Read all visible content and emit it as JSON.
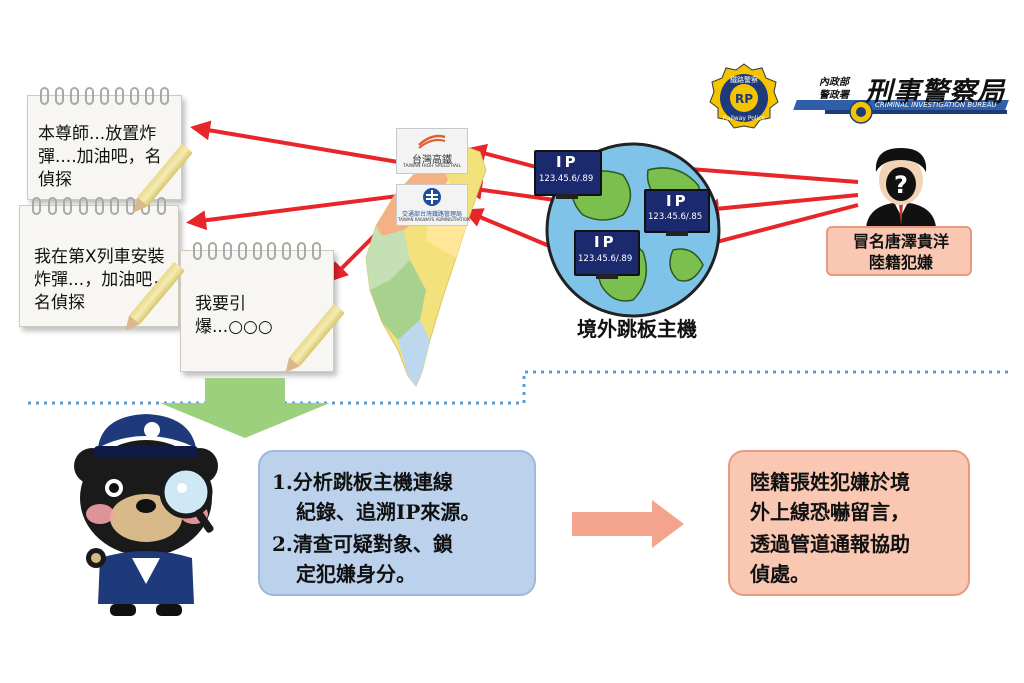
{
  "notes": [
    {
      "text": "本尊師...放置炸彈....加油吧，名偵探"
    },
    {
      "text": "我在第X列車安裝炸彈...，加油吧，名偵探"
    },
    {
      "text": "我要引爆...○○○"
    }
  ],
  "logos": {
    "thsr_cn": "台灣高鐵",
    "thsr_en": "TAIWAN HIGH SPEED RAIL",
    "tra_cn": "交通部台灣鐵路管理局",
    "tra_en": "TAIWAN RAILWAYS ADMINISTRATION",
    "cib_top": "內政部",
    "cib_sub": "警政署",
    "cib_name": "刑事警察局",
    "cib_en": "CRIMINAL INVESTIGATION BUREAU",
    "railway_police": "Railway Police",
    "railway_police_cn": "鐵路警察",
    "rp": "RP"
  },
  "monitors": [
    {
      "label": "IP",
      "ip": "123.45.6/.89"
    },
    {
      "label": "IP",
      "ip": "123.45.6/.85"
    },
    {
      "label": "IP",
      "ip": "123.45.6/.89"
    }
  ],
  "globe_caption": "境外跳板主機",
  "suspect_icon": "?",
  "suspect_label": "冒名唐澤貴洋陸籍犯嫌",
  "steps": {
    "line1a": "1.分析跳板主機連線",
    "line1b": "紀錄、追溯IP來源。",
    "line2a": "2.清查可疑對象、鎖",
    "line2b": "定犯嫌身分。"
  },
  "result": {
    "line1": "陸籍張姓犯嫌於境",
    "line2": "外上線恐嚇留言，",
    "line3": "透過管道通報協助",
    "line4": "偵處。"
  },
  "colors": {
    "arrow_red": "#e8262a",
    "down_arrow_green": "#9dd07c",
    "right_arrow_salmon": "#f4a48c",
    "dotted_line": "#5b9bd5",
    "blue_box": "#bcd2ec",
    "salmon_box": "#f9c7b2"
  }
}
